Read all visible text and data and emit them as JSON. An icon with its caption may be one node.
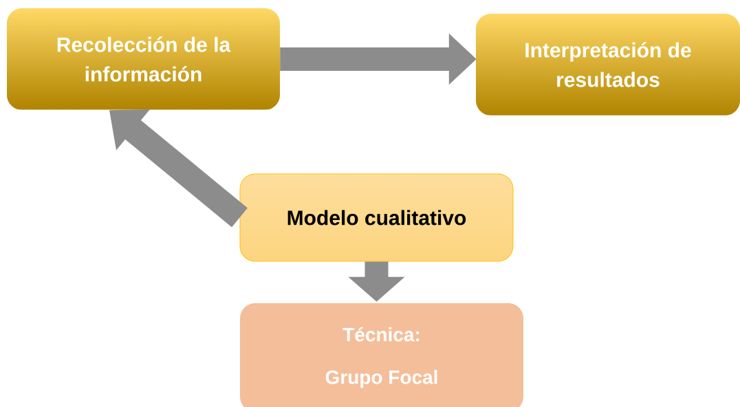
{
  "diagram": {
    "nodes": [
      {
        "text": [
          "Recolección de la información"
        ]
      },
      {
        "text": [
          "Interpretación de resultados"
        ]
      },
      {
        "text": [
          "Modelo cualitativo"
        ]
      },
      {
        "text": [
          "Técnica:",
          "Grupo Focal"
        ]
      }
    ],
    "edges": [
      {
        "from": 0,
        "to": 1,
        "arrow": "to"
      },
      {
        "from": 2,
        "to": 0,
        "arrow": "to"
      },
      {
        "from": 2,
        "to": 3,
        "arrow": "to"
      }
    ]
  }
}
